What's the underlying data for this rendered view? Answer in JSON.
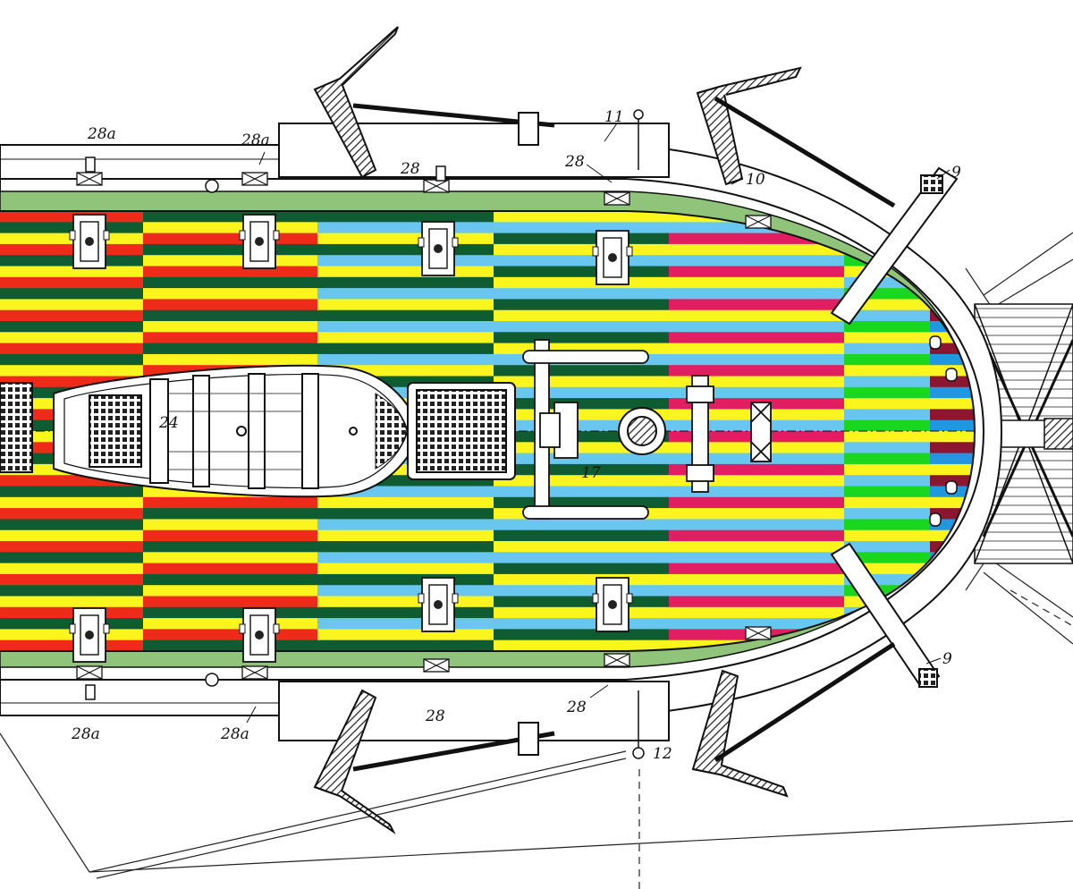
{
  "labels": {
    "l28a_1": "28a",
    "l28a_2": "28a",
    "l28a_3": "28a",
    "l28a_4": "28a",
    "l28_1": "28",
    "l28_2": "28",
    "l28_3": "28",
    "l28_4": "28",
    "l11": "11",
    "l10": "10",
    "l9_top": "9",
    "l9_bottom": "9",
    "l12": "12",
    "l24": "24",
    "l17": "17"
  },
  "colors": {
    "red": "#ee2a18",
    "dark_green": "#0f5c33",
    "yellow": "#fbf51e",
    "light_blue": "#69c6ef",
    "pink": "#e21e62",
    "green": "#19d61e",
    "maroon": "#8c1630",
    "blue": "#1f98e0",
    "margin_green": "#8fc47a",
    "hull_line": "#111111"
  },
  "plank_sections": [
    {
      "name": "section-1",
      "palette": [
        "red",
        "dark_green",
        "yellow"
      ]
    },
    {
      "name": "section-2",
      "palette": [
        "red",
        "dark_green",
        "yellow"
      ]
    },
    {
      "name": "section-3",
      "palette": [
        "light_blue",
        "yellow",
        "dark_green"
      ]
    },
    {
      "name": "section-4",
      "palette": [
        "yellow",
        "light_blue",
        "dark_green"
      ]
    },
    {
      "name": "section-5",
      "palette": [
        "pink",
        "yellow",
        "light_blue"
      ]
    },
    {
      "name": "section-6",
      "palette": [
        "green",
        "yellow",
        "light_blue"
      ]
    },
    {
      "name": "section-7",
      "palette": [
        "maroon",
        "blue",
        "yellow"
      ]
    }
  ]
}
